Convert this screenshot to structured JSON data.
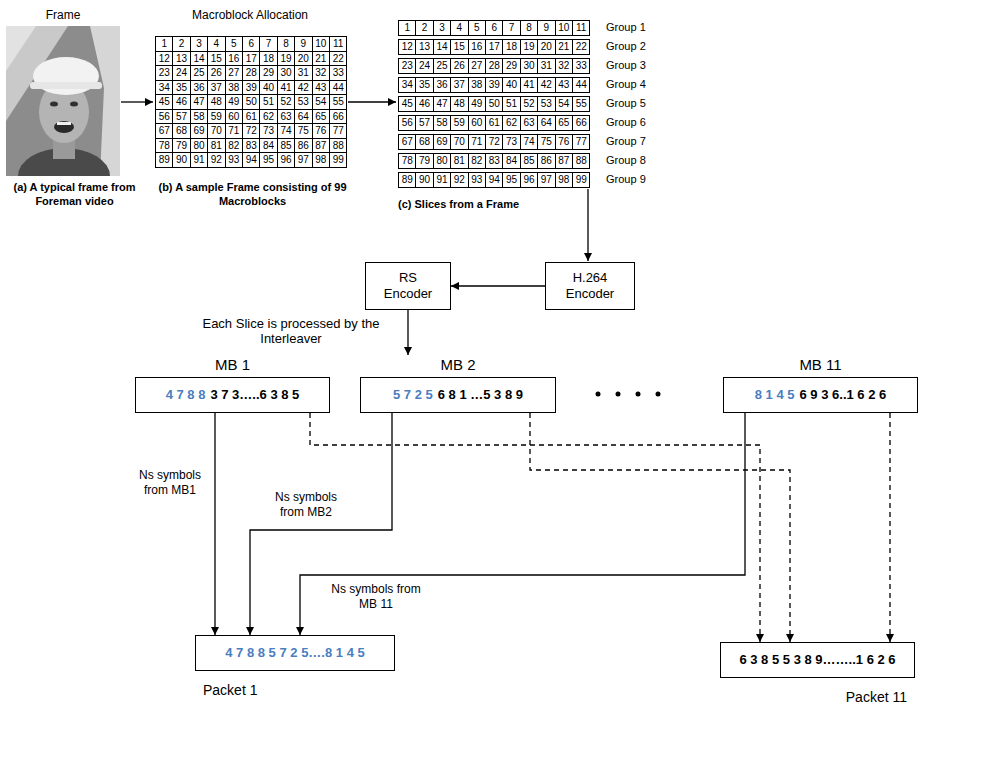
{
  "diagram": {
    "nodes": [
      {
        "text": [
          "RS Encoder"
        ]
      },
      {
        "text": [
          "H.264 Encoder"
        ]
      },
      {
        "text": [
          "MB 1",
          "4 7 8 8",
          "3 7 3…..6 3 8 5"
        ]
      },
      {
        "text": [
          "MB 2",
          "5 7 2 5",
          "6 8 1 …5 3 8 9"
        ]
      },
      {
        "text": [
          "MB 11",
          "8 1 4 5",
          "6 9 3 6..1 6 2 6"
        ]
      },
      {
        "text": [
          "4 7 8 8 5 7 2 5….8 1 4 5",
          "Packet 1"
        ]
      },
      {
        "text": [
          "6 3 8 5 5 3 8 9……..1 6 2 6",
          "Packet 11"
        ]
      }
    ],
    "edges": [
      {
        "from": 1,
        "to": 0,
        "arrow": "to"
      },
      {
        "from": 0,
        "to": 3,
        "label": "Each Slice is processed by the Interleaver",
        "arrow": "to"
      },
      {
        "from": 2,
        "to": 5,
        "label": "Ns symbols from MB1",
        "arrow": "to"
      },
      {
        "from": 3,
        "to": 5,
        "label": "Ns symbols from MB2",
        "arrow": "to"
      },
      {
        "from": 4,
        "to": 5,
        "label": "Ns symbols from MB 11",
        "arrow": "to"
      },
      {
        "from": 2,
        "to": 6,
        "arrow": "to"
      },
      {
        "from": 3,
        "to": 6,
        "arrow": "to"
      },
      {
        "from": 4,
        "to": 6,
        "arrow": "to"
      }
    ],
    "labels": [
      "Frame",
      "(a) A typical frame from Foreman video",
      "Macroblock Allocation",
      "1",
      "2",
      "3",
      "4",
      "5",
      "6",
      "7",
      "8",
      "9",
      "10",
      "11",
      "12",
      "13",
      "14",
      "15",
      "16",
      "17",
      "18",
      "19",
      "20",
      "21",
      "22",
      "23",
      "24",
      "25",
      "26",
      "27",
      "28",
      "29",
      "30",
      "31",
      "32",
      "33",
      "34",
      "35",
      "36",
      "37",
      "38",
      "39",
      "40",
      "41",
      "42",
      "43",
      "44",
      "45",
      "46",
      "47",
      "48",
      "49",
      "50",
      "51",
      "52",
      "53",
      "54",
      "55",
      "56",
      "57",
      "58",
      "59",
      "60",
      "61",
      "62",
      "63",
      "64",
      "65",
      "66",
      "67",
      "68",
      "69",
      "70",
      "71",
      "72",
      "73",
      "74",
      "75",
      "76",
      "77",
      "78",
      "79",
      "80",
      "81",
      "82",
      "83",
      "84",
      "85",
      "86",
      "87",
      "88",
      "89",
      "90",
      "91",
      "92",
      "93",
      "94",
      "95",
      "96",
      "97",
      "98",
      "99",
      "(b) A sample Frame consisting of 99 Macroblocks",
      "1",
      "2",
      "3",
      "4",
      "5",
      "6",
      "7",
      "8",
      "9",
      "10",
      "11",
      "12",
      "13",
      "14",
      "15",
      "16",
      "17",
      "18",
      "19",
      "20",
      "21",
      "22",
      "23",
      "24",
      "25",
      "26",
      "27",
      "28",
      "29",
      "30",
      "31",
      "32",
      "33",
      "34",
      "35",
      "36",
      "37",
      "38",
      "39",
      "40",
      "41",
      "42",
      "43",
      "44",
      "45",
      "46",
      "47",
      "48",
      "49",
      "50",
      "51",
      "52",
      "53",
      "54",
      "55",
      "56",
      "57",
      "58",
      "59",
      "60",
      "61",
      "62",
      "63",
      "64",
      "65",
      "66",
      "67",
      "68",
      "69",
      "70",
      "71",
      "72",
      "73",
      "74",
      "75",
      "76",
      "77",
      "78",
      "79",
      "80",
      "81",
      "82",
      "83",
      "84",
      "85",
      "86",
      "87",
      "88",
      "89",
      "90",
      "91",
      "92",
      "93",
      "94",
      "95",
      "96",
      "97",
      "98",
      "99",
      "Group 1",
      "Group 2",
      "Group 3",
      "Group 4",
      "Group 5",
      "Group 6",
      "Group 7",
      "Group 8",
      "Group 9",
      "(c) Slices from a Frame"
    ]
  }
}
